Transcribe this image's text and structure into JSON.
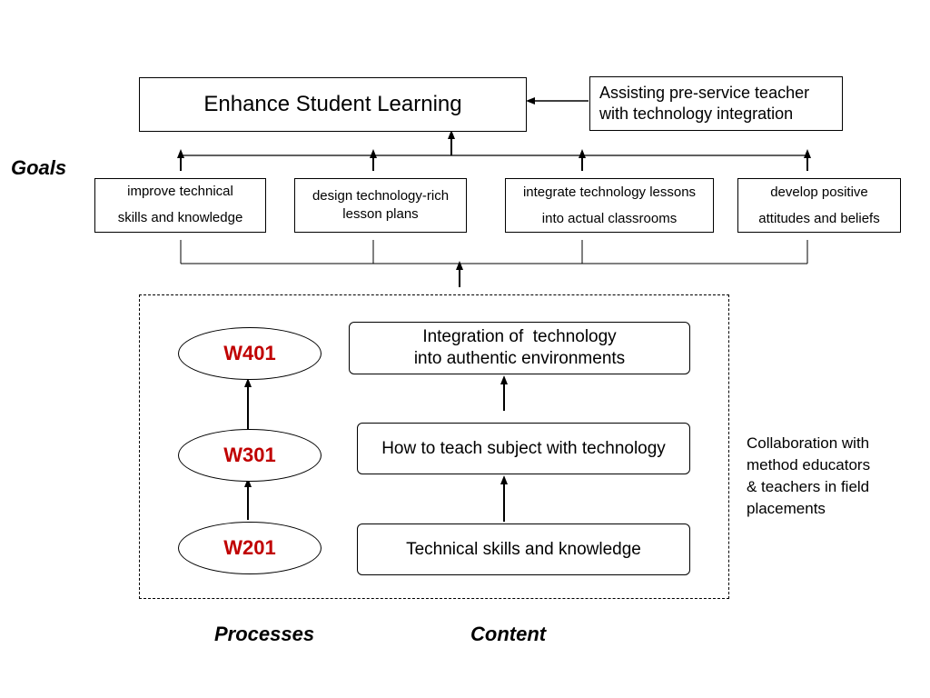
{
  "top": {
    "main_goal": "Enhance Student Learning",
    "side_note_line1": "Assisting pre-service teacher",
    "side_note_line2": "with technology integration"
  },
  "goals": {
    "label": "Goals",
    "items": [
      {
        "line1": "improve technical",
        "line2": "skills and knowledge"
      },
      {
        "line1": "design technology-rich",
        "line2": "lesson plans"
      },
      {
        "line1": "integrate technology lessons",
        "line2": "into actual classrooms"
      },
      {
        "line1": "develop positive",
        "line2": "attitudes and beliefs"
      }
    ]
  },
  "processes": {
    "label": "Processes",
    "courses": [
      "W401",
      "W301",
      "W201"
    ],
    "course_color": "#c00000"
  },
  "content": {
    "label": "Content",
    "top_line1": "Integration of  technology",
    "top_line2": "into authentic environments",
    "middle": "How to teach subject with technology",
    "bottom": "Technical skills and knowledge"
  },
  "collaboration": {
    "line1": "Collaboration with",
    "line2": "method educators",
    "line3": "& teachers in field",
    "line4": "placements"
  }
}
